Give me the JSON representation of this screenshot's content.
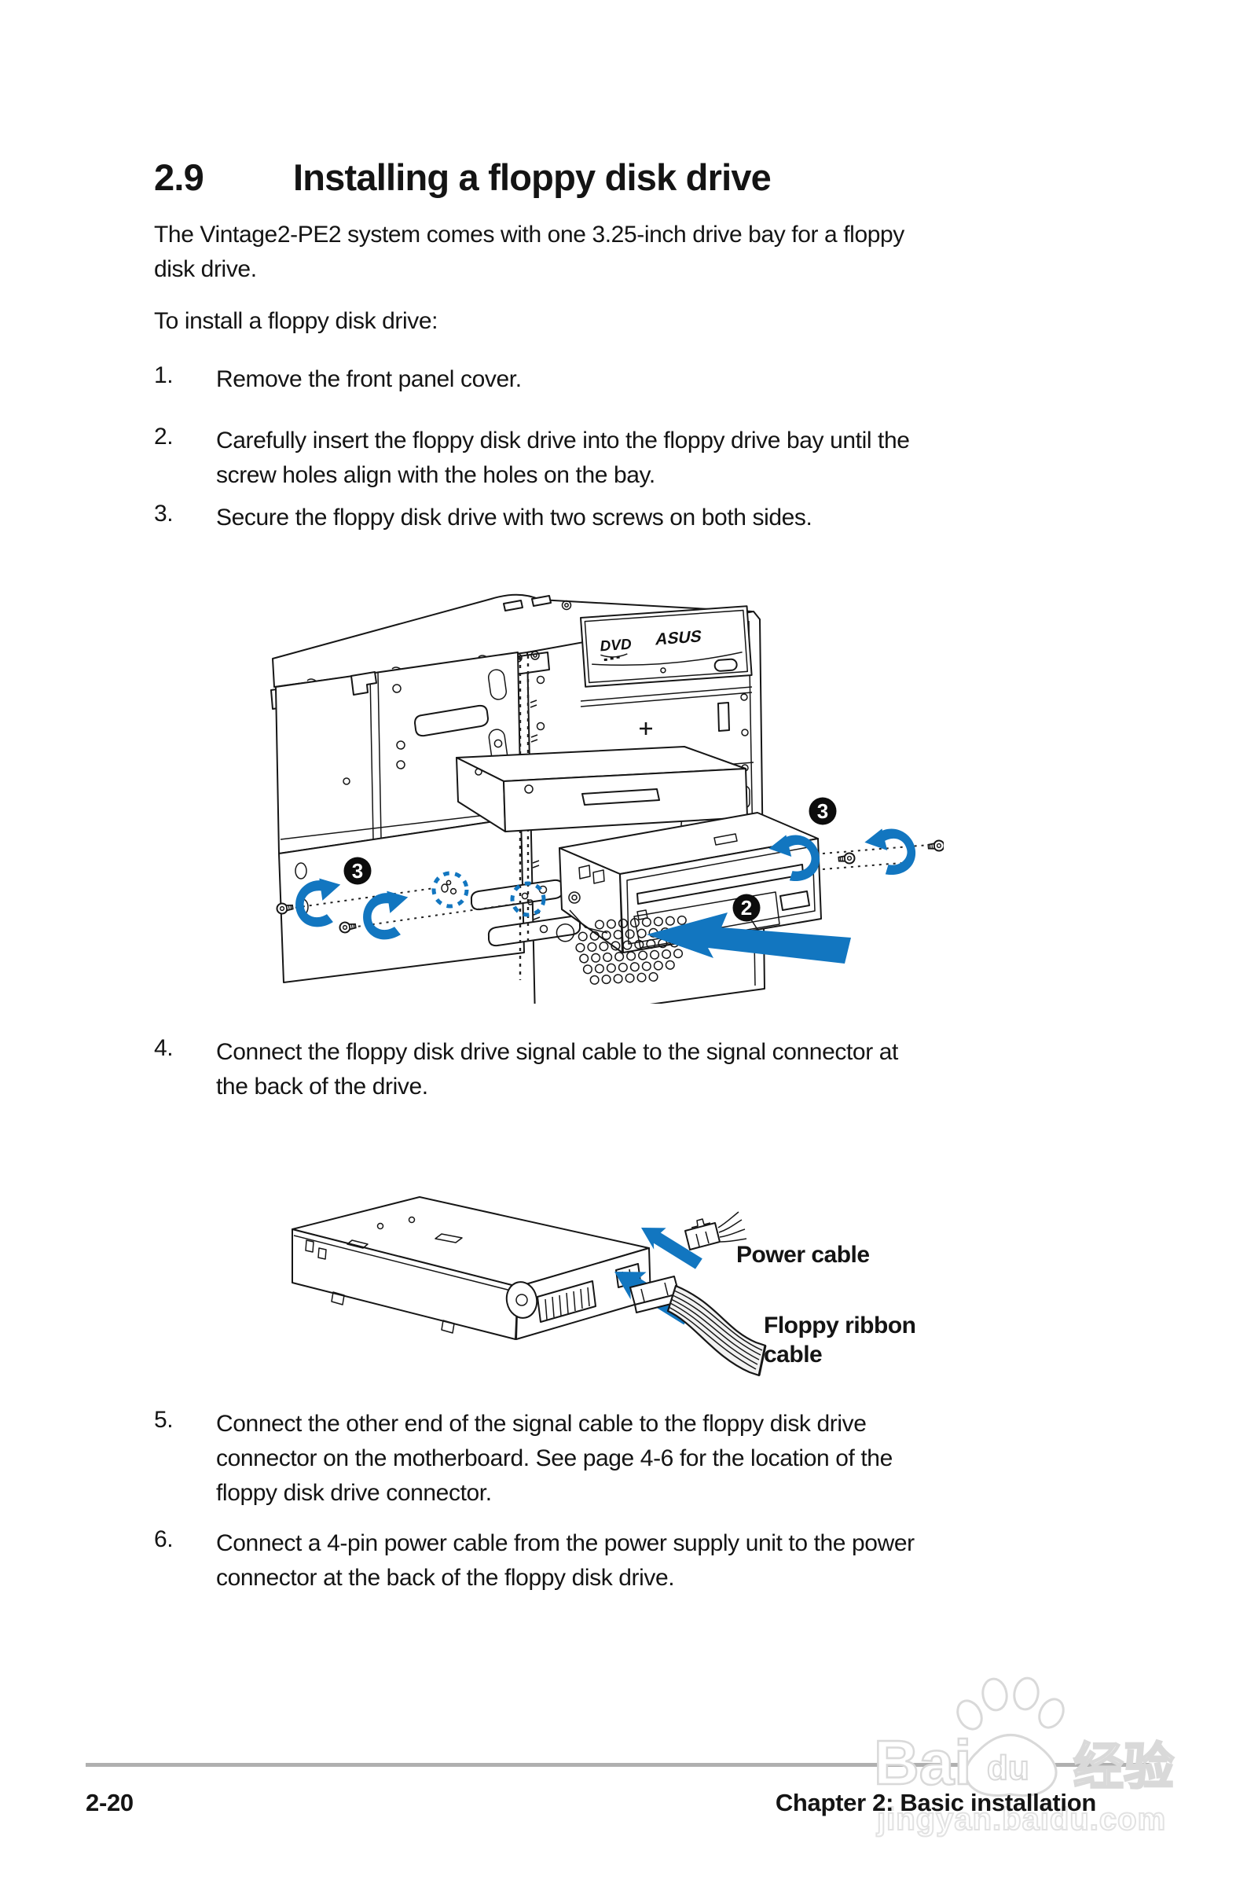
{
  "doc": {
    "section_no": "2.9",
    "section_title": "Installing a floppy disk drive",
    "intro": "The Vintage2-PE2 system comes with one 3.25-inch drive bay for a floppy\ndisk drive.",
    "lead": "To install a floppy disk drive:",
    "steps": [
      {
        "num": "1.",
        "text": "Remove the front panel cover."
      },
      {
        "num": "2.",
        "text": "Carefully insert the floppy disk drive into the floppy drive bay until the\nscrew holes align with the holes on the bay."
      },
      {
        "num": "3.",
        "text": "Secure the floppy disk drive with two screws on both sides."
      },
      {
        "num": "4.",
        "text": "Connect the floppy disk drive signal cable to the signal connector at\nthe back of the drive."
      },
      {
        "num": "5.",
        "text": "Connect the other end of the signal cable to the floppy disk drive\nconnector on the motherboard. See page 4-6 for the location of the\nfloppy disk drive connector."
      },
      {
        "num": "6.",
        "text": "Connect a 4-pin power cable from the power supply unit to the power\nconnector at the back of the floppy disk drive."
      }
    ],
    "figure1": {
      "dvd_logo": "DVD",
      "asus_logo": "ASUS",
      "callout_insert": "2",
      "callout_screw_left": "3",
      "callout_screw_right": "3"
    },
    "figure2": {
      "power_label": "Power cable",
      "ribbon_label": "Floppy ribbon\ncable"
    },
    "footer": {
      "page_no": "2-20",
      "chapter": "Chapter 2: Basic installation"
    },
    "watermark": {
      "word_latin": "Bai",
      "word_du": "du",
      "word_cn": "经验",
      "url": "jingyan.baidu.com"
    },
    "colors": {
      "accent_blue": "#1276c0",
      "ink": "#161616",
      "rule_gray": "#b0b0b0",
      "watermark_gray": "#d9d9d9"
    }
  }
}
